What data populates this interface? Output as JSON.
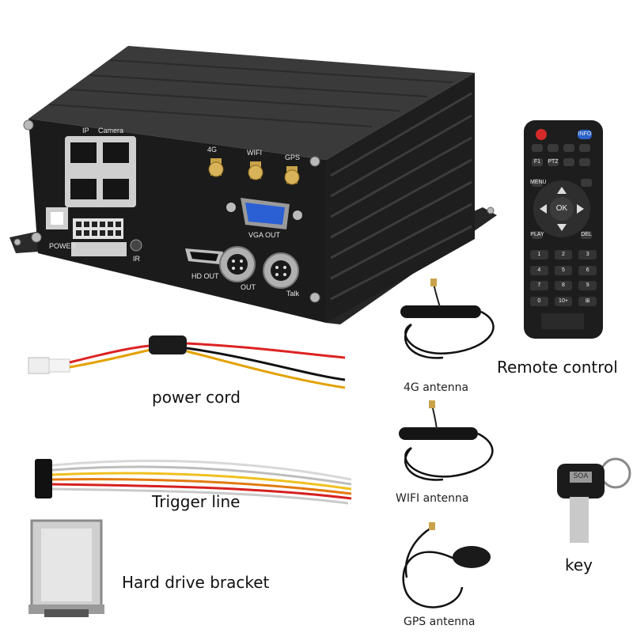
{
  "dvr": {
    "ports": {
      "ip": "IP",
      "camera": "Camera",
      "antenna_4g": "4G",
      "antenna_wifi": "WIFI",
      "antenna_gps": "GPS",
      "vga_out": "VGA OUT",
      "hd_out": "HD OUT",
      "out": "OUT",
      "talk": "Talk",
      "power": "POWER",
      "ir": "IR"
    }
  },
  "remote": {
    "buttons": {
      "ok": "OK",
      "f1": "F1",
      "ptz": "PTZ",
      "menu": "MENU",
      "play": "PLAY",
      "del": "DEL",
      "info": "INFO",
      "keys": [
        "1",
        "2",
        "3",
        "4",
        "5",
        "6",
        "7",
        "8",
        "9",
        "0",
        "10+",
        "⊞"
      ]
    }
  },
  "labels": {
    "power_cord": "power cord",
    "trigger_line": "Trigger line",
    "hard_drive_bracket": "Hard drive bracket",
    "antenna_4g": "4G antenna",
    "wifi_antenna": "WIFI antenna",
    "gps_antenna": "GPS antenna",
    "remote_control": "Remote control",
    "key": "key"
  },
  "key_tag": "SOA"
}
